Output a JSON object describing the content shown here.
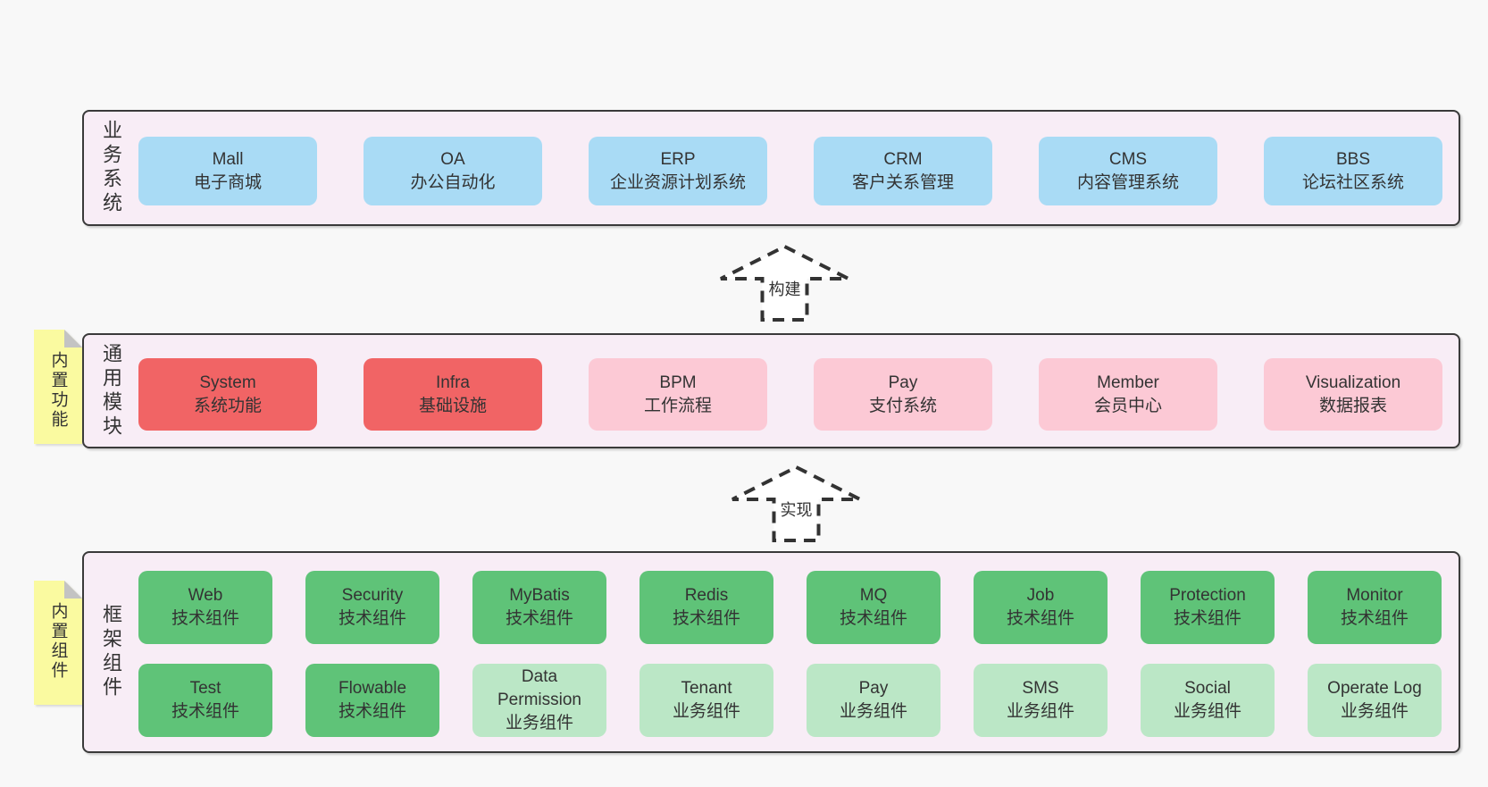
{
  "colors": {
    "page_bg": "#f8f8f8",
    "band_bg": "#f8edf6",
    "band_border": "#3a3a3a",
    "blue_box": "#a9dbf5",
    "red_box": "#f16465",
    "pink_box": "#fcc9d5",
    "green_box": "#5fc378",
    "green_light_box": "#bbe7c6",
    "sticky_yellow": "#fafaa0",
    "sticky_fold": "#c3c3c3",
    "text": "#333333"
  },
  "arrows": {
    "build": {
      "label": "构建"
    },
    "implement": {
      "label": "实现"
    }
  },
  "business_band": {
    "label": "业务系统",
    "boxes": [
      {
        "en": "Mall",
        "zh": "电子商城",
        "variant": "blue"
      },
      {
        "en": "OA",
        "zh": "办公自动化",
        "variant": "blue"
      },
      {
        "en": "ERP",
        "zh": "企业资源计划系统",
        "variant": "blue"
      },
      {
        "en": "CRM",
        "zh": "客户关系管理",
        "variant": "blue"
      },
      {
        "en": "CMS",
        "zh": "内容管理系统",
        "variant": "blue"
      },
      {
        "en": "BBS",
        "zh": "论坛社区系统",
        "variant": "blue"
      }
    ]
  },
  "module_band": {
    "label": "通用模块",
    "sticky": "内置功能",
    "boxes": [
      {
        "en": "System",
        "zh": "系统功能",
        "variant": "red"
      },
      {
        "en": "Infra",
        "zh": "基础设施",
        "variant": "red"
      },
      {
        "en": "BPM",
        "zh": "工作流程",
        "variant": "pink"
      },
      {
        "en": "Pay",
        "zh": "支付系统",
        "variant": "pink"
      },
      {
        "en": "Member",
        "zh": "会员中心",
        "variant": "pink"
      },
      {
        "en": "Visualization",
        "zh": "数据报表",
        "variant": "pink"
      }
    ]
  },
  "component_band": {
    "label": "框架组件",
    "sticky": "内置组件",
    "row1": [
      {
        "en": "Web",
        "zh": "技术组件",
        "variant": "green"
      },
      {
        "en": "Security",
        "zh": "技术组件",
        "variant": "green"
      },
      {
        "en": "MyBatis",
        "zh": "技术组件",
        "variant": "green"
      },
      {
        "en": "Redis",
        "zh": "技术组件",
        "variant": "green"
      },
      {
        "en": "MQ",
        "zh": "技术组件",
        "variant": "green"
      },
      {
        "en": "Job",
        "zh": "技术组件",
        "variant": "green"
      },
      {
        "en": "Protection",
        "zh": "技术组件",
        "variant": "green"
      },
      {
        "en": "Monitor",
        "zh": "技术组件",
        "variant": "green"
      }
    ],
    "row2": [
      {
        "en": "Test",
        "zh": "技术组件",
        "variant": "green"
      },
      {
        "en": "Flowable",
        "zh": "技术组件",
        "variant": "green"
      },
      {
        "en": "Data\nPermission",
        "zh": "业务组件",
        "variant": "green-light"
      },
      {
        "en": "Tenant",
        "zh": "业务组件",
        "variant": "green-light"
      },
      {
        "en": "Pay",
        "zh": "业务组件",
        "variant": "green-light"
      },
      {
        "en": "SMS",
        "zh": "业务组件",
        "variant": "green-light"
      },
      {
        "en": "Social",
        "zh": "业务组件",
        "variant": "green-light"
      },
      {
        "en": "Operate Log",
        "zh": "业务组件",
        "variant": "green-light"
      }
    ]
  }
}
